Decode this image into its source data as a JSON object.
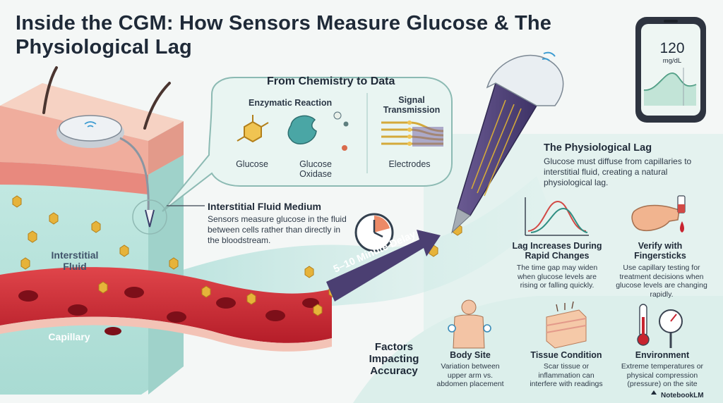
{
  "title": "Inside the CGM: How Sensors Measure Glucose & The Physiological Lag",
  "chemistry": {
    "heading": "From Chemistry to Data",
    "enzymatic_heading": "Enzymatic Reaction",
    "glucose_label": "Glucose",
    "oxidase_label": "Glucose Oxidase",
    "signal_heading": "Signal Transmission",
    "electrodes_label": "Electrodes"
  },
  "tissue": {
    "interstitial_label": "Interstitial Fluid",
    "capillary_label": "Capillary"
  },
  "fluid_medium": {
    "heading": "Interstitial Fluid Medium",
    "body": "Sensors measure glucose in the fluid between cells rather than directly in the bloodstream."
  },
  "delay_label": "5–10 Minute Delay",
  "phone": {
    "value": "120",
    "unit": "mg/dL"
  },
  "lag": {
    "heading": "The Physiological Lag",
    "body": "Glucose must diffuse from capillaries to interstitial fluid, creating a natural physiological lag.",
    "rapid_heading": "Lag Increases During Rapid Changes",
    "rapid_body": "The time gap may widen when glucose levels are rising or falling quickly.",
    "verify_heading": "Verify with Fingersticks",
    "verify_body": "Use capillary testing for treatment decisions when glucose levels are changing rapidly."
  },
  "factors": {
    "heading": "Factors Impacting Accuracy",
    "items": [
      {
        "heading": "Body Site",
        "body": "Variation between upper arm vs. abdomen placement",
        "icon": "body-torso-icon"
      },
      {
        "heading": "Tissue Condition",
        "body": "Scar tissue or inflammation can interfere with readings",
        "icon": "skin-layers-icon"
      },
      {
        "heading": "Environment",
        "body": "Extreme temperatures or physical compression (pressure) on the site",
        "icon": "thermometer-gauge-icon"
      }
    ]
  },
  "brand": "NotebookLM",
  "colors": {
    "skin": "#f2b8a6",
    "fluid": "#bfe6e0",
    "blood": "#c8232f",
    "delay_arrow": "#4b3f72",
    "glucose": "#e6b33a"
  }
}
